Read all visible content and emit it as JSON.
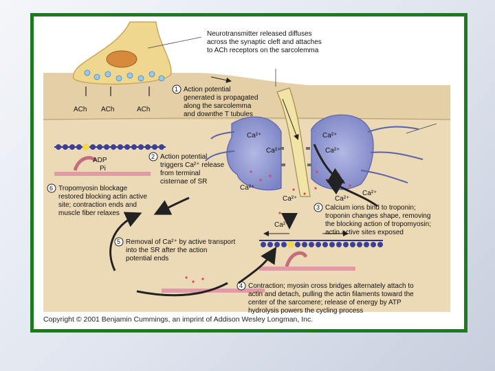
{
  "slide": {
    "frame_color": "#1e7a1e"
  },
  "diagram": {
    "top_caption": [
      "Neurotransmitter released diffuses",
      "across the synaptic cleft and attaches",
      "to ACh receptors on the sarcolemma"
    ],
    "ach_labels": [
      "ACh",
      "ACh",
      "ACh"
    ],
    "steps": [
      {
        "num": "1",
        "lines": [
          "Action potential",
          "generated is propagated",
          "along the sarcolemma",
          "and downthe T tubules"
        ]
      },
      {
        "num": "2",
        "lines": [
          "Action potential",
          "triggers Ca²⁺ release",
          "from terminal",
          "cisternae of SR"
        ]
      },
      {
        "num": "3",
        "lines": [
          "Calcium ions bind to troponin;",
          "troponin changes shape, removing",
          "the blocking action of tropomyosin;",
          "actin active sites exposed"
        ]
      },
      {
        "num": "4",
        "lines": [
          "Contraction; myosin cross bridges alternately attach to",
          "actin and detach, pulling the actin filaments toward the",
          "center of the sarcomere; release of energy by ATP",
          "hydrolysis powers the cycling process"
        ]
      },
      {
        "num": "5",
        "lines": [
          "Removal of Ca²⁺ by active transport",
          "into the SR after the action",
          "potential ends"
        ]
      },
      {
        "num": "6",
        "lines": [
          "Tropomyosin blockage",
          "restored blocking actin active",
          "site; contraction ends and",
          "muscle fiber relaxes"
        ]
      }
    ],
    "adp_label": "ADP",
    "pi_label": "Pi",
    "ca_labels": [
      "Ca²⁺",
      "Ca²⁺",
      "Ca²⁺",
      "Ca²⁺",
      "Ca²⁺",
      "Ca²⁺",
      "Ca²⁺",
      "Ca²⁺",
      "Ca²⁺"
    ],
    "copyright": "Copyright © 2001 Benjamin Cummings, an imprint of Addison Wesley Longman, Inc.",
    "colors": {
      "neuron": "#efd78f",
      "sarcolemma": "#e7d2aa",
      "sarcoplasm": "#ead7b4",
      "sr": "#8f96d0",
      "t_tubule": "#f2e4a6",
      "filament": "#3a3f97",
      "myosin": "#e39aa7",
      "arrow": "#222222"
    }
  }
}
